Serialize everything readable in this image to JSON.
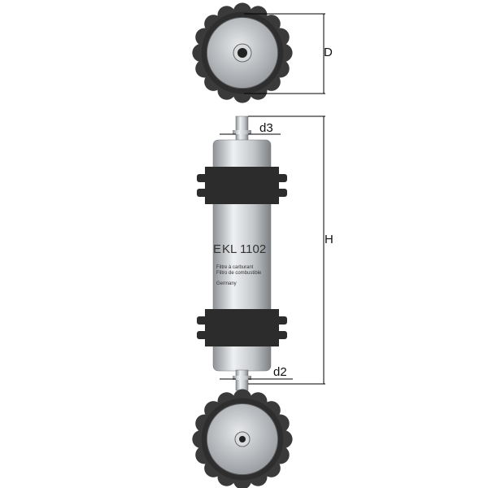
{
  "dimensions": {
    "D": "D",
    "d3": "d3",
    "H": "H",
    "d2": "d2"
  },
  "product": {
    "model": "KL 1102",
    "logo": "E",
    "line1": "Filtre à carburant",
    "line2": "Filtro de combustible",
    "origin": "Germany"
  },
  "colors": {
    "body": "#c8cbce",
    "ribs": "#2a2a2a",
    "line": "#000000"
  }
}
